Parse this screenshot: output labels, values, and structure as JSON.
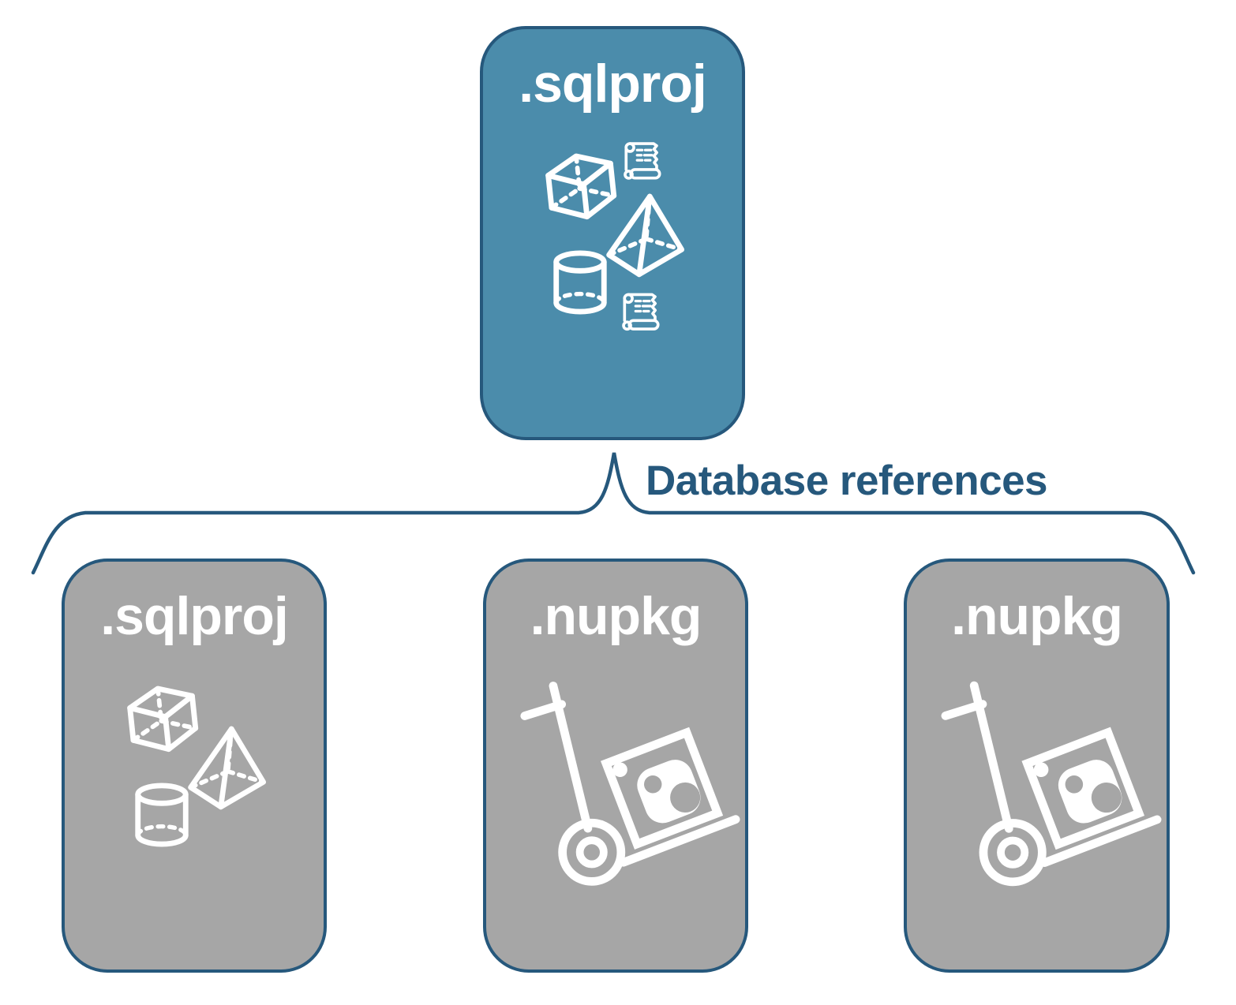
{
  "diagram": {
    "connector_label": "Database references",
    "colors": {
      "accent_fill": "#4b8cab",
      "gray_fill": "#a6a6a6",
      "node_border": "#26587c",
      "connector": "#26587c",
      "connector_label_text": "#26587c",
      "node_label_text": "#ffffff",
      "icon": "#ffffff"
    },
    "nodes": [
      {
        "label": ".sqlproj",
        "type": "sqlproj",
        "variant": "accent",
        "role": "root project",
        "icons": [
          "cube-icon",
          "scroll-icon",
          "pyramid-icon",
          "cylinder-icon",
          "scroll-icon"
        ]
      },
      {
        "label": ".sqlproj",
        "type": "sqlproj",
        "variant": "gray",
        "role": "database reference",
        "icons": [
          "cube-icon",
          "pyramid-icon",
          "cylinder-icon"
        ]
      },
      {
        "label": ".nupkg",
        "type": "nupkg",
        "variant": "gray",
        "role": "database reference",
        "icons": [
          "hand-truck-package-icon"
        ]
      },
      {
        "label": ".nupkg",
        "type": "nupkg",
        "variant": "gray",
        "role": "database reference",
        "icons": [
          "hand-truck-package-icon"
        ]
      }
    ]
  }
}
